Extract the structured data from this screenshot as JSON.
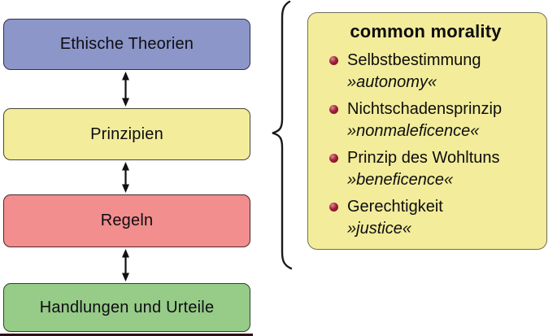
{
  "diagram": {
    "levels": [
      {
        "label": "Ethische Theorien",
        "fill": "#8d96c9"
      },
      {
        "label": "Prinzipien",
        "fill": "#f3ec9b"
      },
      {
        "label": "Regeln",
        "fill": "#f28e8e"
      },
      {
        "label": "Handlungen und Urteile",
        "fill": "#97cb88"
      }
    ],
    "connector_color": "#111111"
  },
  "annotation": {
    "title": "common morality",
    "background": "#f3ec9b",
    "bullet_color": "#a02038",
    "items": [
      {
        "term": "Selbstbestimmung",
        "english": "»autonomy«"
      },
      {
        "term": "Nichtschadensprinzip",
        "english": "»nonmaleficence«"
      },
      {
        "term": "Prinzip des Wohltuns",
        "english": "»beneficence«"
      },
      {
        "term": "Gerechtigkeit",
        "english": "»justice«"
      }
    ]
  }
}
